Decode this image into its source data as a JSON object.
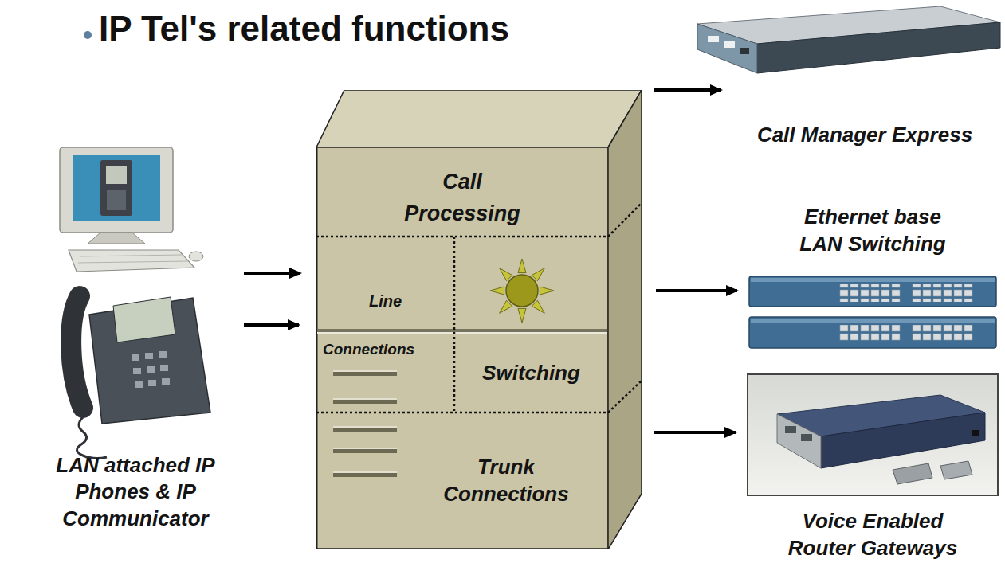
{
  "diagram": {
    "title": "IP Tel's related functions",
    "nodes": [
      {
        "text": [
          "LAN attached IP Phones & IP Communicator"
        ]
      },
      {
        "text": [
          "Call Processing"
        ]
      },
      {
        "text": [
          "Line"
        ],
        "in": 1
      },
      {
        "text": [
          "Connections"
        ],
        "in": 1
      },
      {
        "text": [
          "Switching"
        ],
        "in": 1
      },
      {
        "text": [
          "Trunk Connections"
        ],
        "in": 1
      },
      {
        "text": [
          "Call Manager Express"
        ]
      },
      {
        "text": [
          "Ethernet base LAN Switching"
        ]
      },
      {
        "text": [
          "Voice Enabled Router Gateways"
        ]
      }
    ],
    "edges": [
      {
        "from": 0,
        "to": 1,
        "arrow": "to"
      },
      {
        "from": 0,
        "to": 1,
        "arrow": "to"
      },
      {
        "from": 1,
        "to": 6,
        "arrow": "to"
      },
      {
        "from": 1,
        "to": 7,
        "arrow": "to"
      },
      {
        "from": 1,
        "to": 8,
        "arrow": "to"
      }
    ]
  }
}
